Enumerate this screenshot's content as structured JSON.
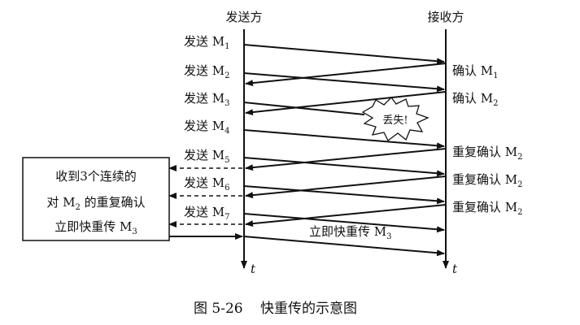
{
  "header": {
    "sender": "发送方",
    "receiver": "接收方"
  },
  "time_label": "t",
  "sends": [
    {
      "prefix": "发送 M",
      "sub": "1"
    },
    {
      "prefix": "发送 M",
      "sub": "2"
    },
    {
      "prefix": "发送 M",
      "sub": "3"
    },
    {
      "prefix": "发送 M",
      "sub": "4"
    },
    {
      "prefix": "发送 M",
      "sub": "5"
    },
    {
      "prefix": "发送 M",
      "sub": "6"
    },
    {
      "prefix": "发送 M",
      "sub": "7"
    }
  ],
  "acks": [
    {
      "prefix": "确认 M",
      "sub": "1"
    },
    {
      "prefix": "确认 M",
      "sub": "2"
    },
    {
      "prefix": "重复确认 M",
      "sub": "2"
    },
    {
      "prefix": "重复确认 M",
      "sub": "2"
    },
    {
      "prefix": "重复确认 M",
      "sub": "2"
    }
  ],
  "lost_label": "丢失!",
  "note": {
    "line1": "收到3个连续的",
    "line2_prefix": "对 M",
    "line2_sub": "2",
    "line2_suffix": " 的重复确认",
    "line3_prefix": "立即快重传 M",
    "line3_sub": "3"
  },
  "retransmit": {
    "prefix": "立即快重传 M",
    "sub": "3"
  },
  "caption": {
    "fig": "图 5-26",
    "title": "快重传的示意图"
  }
}
